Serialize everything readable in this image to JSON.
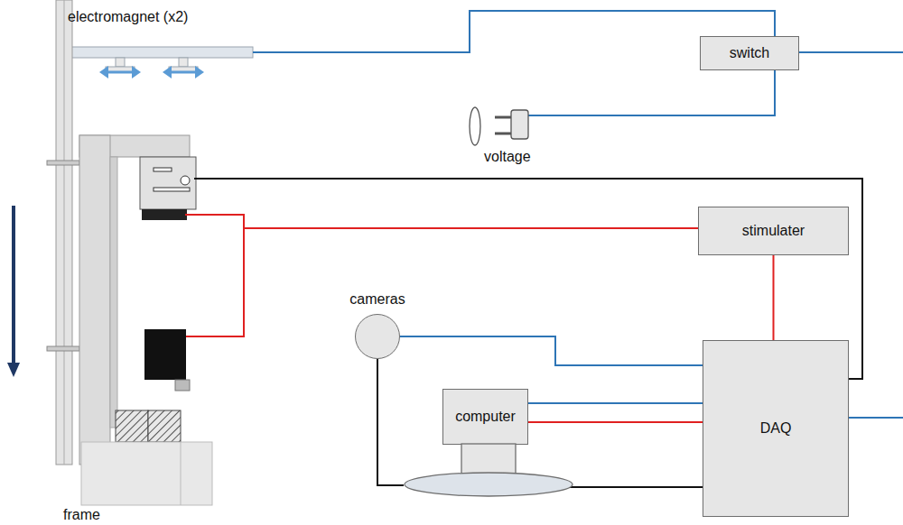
{
  "diagram": {
    "nodes": [
      {
        "text": [
          "switch"
        ]
      },
      {
        "text": [
          "stimulater"
        ]
      },
      {
        "text": [
          "cameras"
        ]
      },
      {
        "text": [
          "computer"
        ]
      },
      {
        "text": [
          "DAQ"
        ]
      }
    ],
    "edges": [
      {
        "from": 1,
        "to": 4,
        "arrow": "none"
      },
      {
        "from": 2,
        "to": 4,
        "arrow": "none"
      },
      {
        "from": 3,
        "to": 4,
        "arrow": "none"
      },
      {
        "from": 3,
        "to": 4,
        "arrow": "none"
      },
      {
        "from": 3,
        "to": 4,
        "arrow": "none"
      },
      {
        "from": 2,
        "to": 3,
        "arrow": "none"
      }
    ],
    "labels": [
      "electromagnet (x2)",
      "voltage",
      "frame"
    ]
  }
}
